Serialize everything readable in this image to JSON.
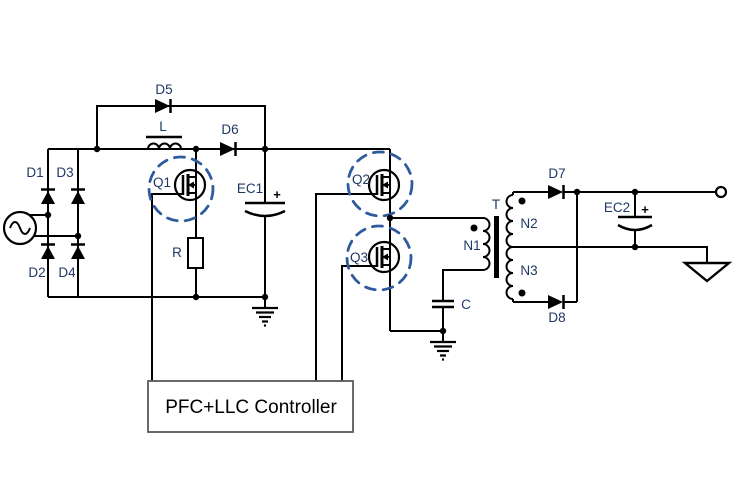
{
  "diagram": {
    "type": "circuit-schematic",
    "description": "PFC boost front-end with LLC half-bridge converter and center-tapped secondary rectifier",
    "labels": {
      "d1": "D1",
      "d2": "D2",
      "d3": "D3",
      "d4": "D4",
      "d5": "D5",
      "d6": "D6",
      "d7": "D7",
      "d8": "D8",
      "l": "L",
      "r": "R",
      "c": "C",
      "ec1": "EC1",
      "ec2": "EC2",
      "q1": "Q1",
      "q2": "Q2",
      "q3": "Q3",
      "t": "T",
      "n1": "N1",
      "n2": "N2",
      "n3": "N3",
      "plus_ec1": "+",
      "plus_ec2": "+"
    },
    "controller": {
      "label": "PFC+LLC Controller"
    },
    "colors": {
      "label": "#1F3864",
      "wire": "#000000",
      "highlight": "#2E5B9C",
      "box_border": "#595959",
      "background": "#FFFFFF"
    }
  }
}
